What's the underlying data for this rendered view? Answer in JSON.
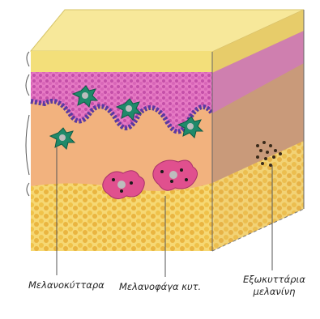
{
  "labels": {
    "melanocytes": "Μελανοκύτταρα",
    "melanophages": "Μελανοφάγα κυτ.",
    "extracellular_line1": "Εξωκυττάρια",
    "extracellular_line2": "μελανίνη"
  },
  "colors": {
    "stratum_corneum": "#f3df7a",
    "epidermis_pink": "#e878c4",
    "basal_purple": "#5a3aa0",
    "dermis_front": "#f2b27e",
    "dermis_side": "#c99272",
    "melanocyte_green": "#1f8a6a",
    "melanophage_pink": "#e0508e",
    "subcutis_yellow": "#f4cf63"
  }
}
